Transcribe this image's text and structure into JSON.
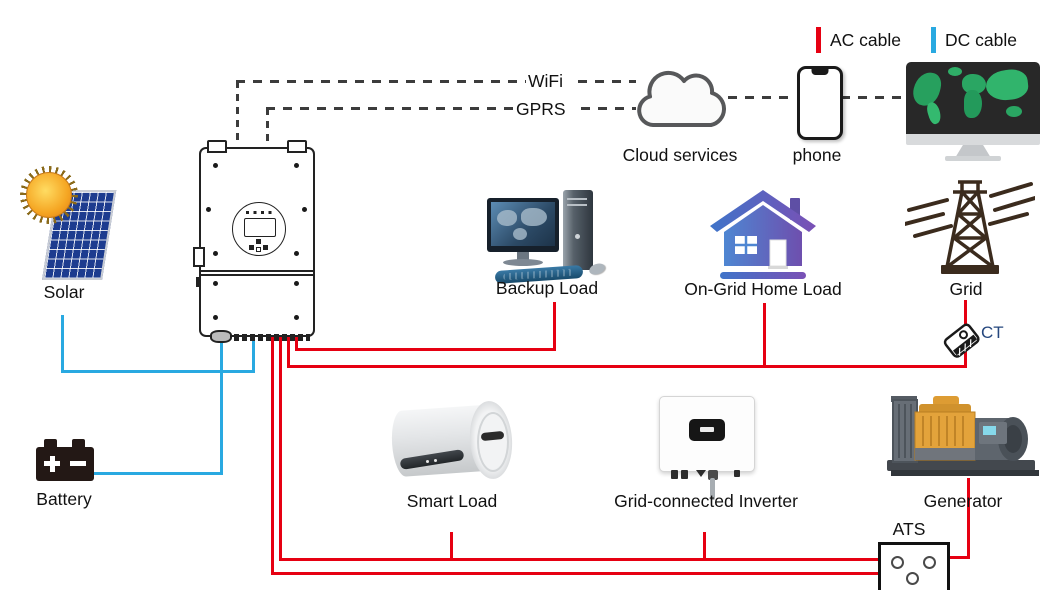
{
  "legend": {
    "items": [
      {
        "label": "AC cable",
        "color": "#e60012"
      },
      {
        "label": "DC cable",
        "color": "#29a9e1"
      }
    ]
  },
  "communication": {
    "wifi_label": "WiFi",
    "gprs_label": "GPRS",
    "cloud_label": "Cloud services",
    "phone_label": "phone"
  },
  "components": {
    "solar": {
      "label": "Solar"
    },
    "battery": {
      "label": "Battery"
    },
    "backup_load": {
      "label": "Backup Load"
    },
    "on_grid_home_load": {
      "label": "On-Grid Home Load"
    },
    "grid": {
      "label": "Grid"
    },
    "ct": {
      "label": "CT"
    },
    "smart_load": {
      "label": "Smart Load"
    },
    "grid_connected_inverter": {
      "label": "Grid-connected Inverter"
    },
    "generator": {
      "label": "Generator"
    },
    "ats": {
      "label": "ATS"
    }
  },
  "cable_colors": {
    "ac": "#e60012",
    "dc": "#29a9e1"
  }
}
